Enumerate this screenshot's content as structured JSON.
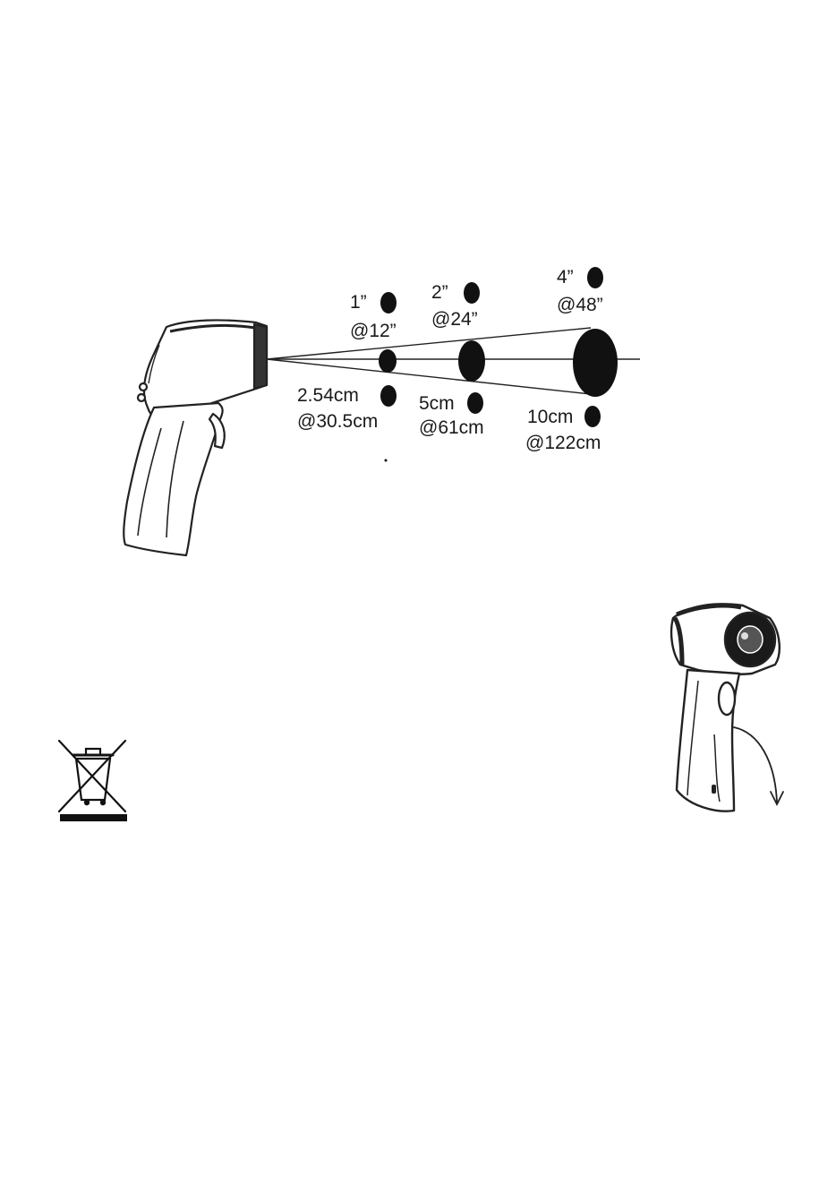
{
  "diagram": {
    "labels": {
      "imp_1": {
        "size": "1”",
        "dist": "@12”"
      },
      "imp_2": {
        "size": "2”",
        "dist": "@24”"
      },
      "imp_3": {
        "size": "4”",
        "dist": "@48”"
      },
      "met_1": {
        "size": "2.54cm",
        "dist": "@30.5cm"
      },
      "met_2": {
        "size": "5cm",
        "dist": "@61cm"
      },
      "met_3": {
        "size": "10cm",
        "dist": "@122cm"
      }
    }
  }
}
